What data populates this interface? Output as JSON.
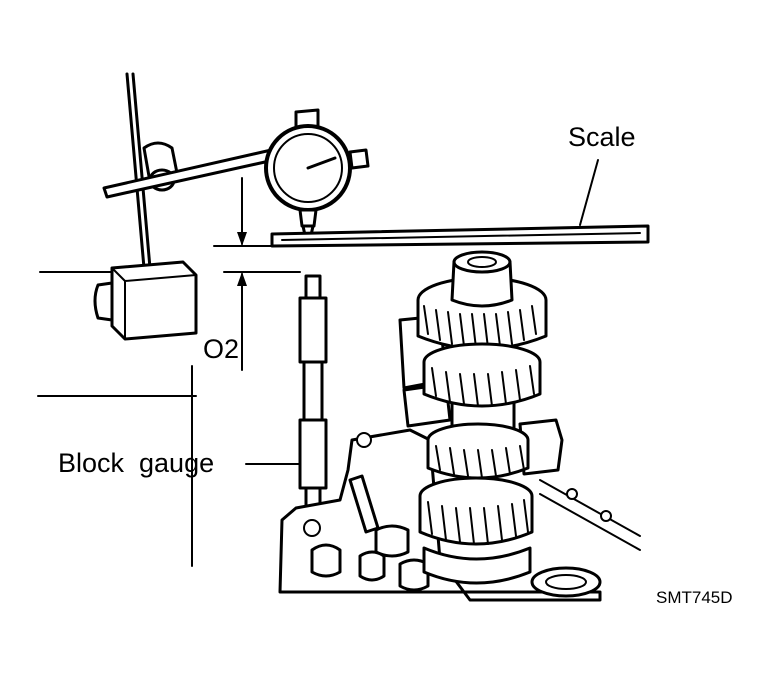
{
  "labels": {
    "scale": "Scale",
    "o2": "O2",
    "block_gauge": "Block  gauge",
    "figure_code": "SMT745D"
  },
  "icons": {
    "dial_indicator": "dial-indicator-icon",
    "magnetic_base": "magnetic-base-icon",
    "gear_stack": "gear-stack-icon",
    "transmission_case": "transmission-case-icon"
  },
  "colors": {
    "ink": "#000000",
    "paper": "#ffffff"
  }
}
